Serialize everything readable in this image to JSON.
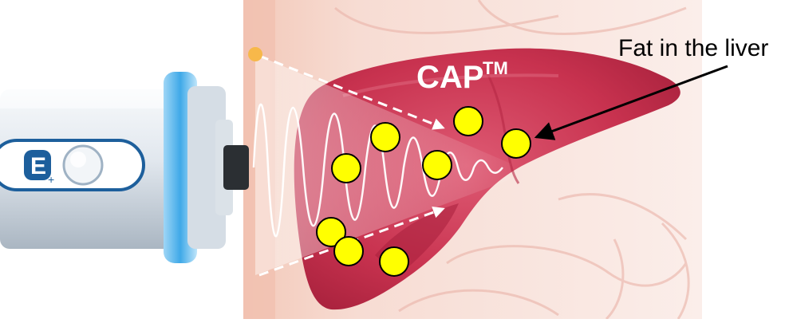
{
  "labels": {
    "cap": "CAP",
    "tm": "TM",
    "annotation": "Fat in the liver"
  },
  "device": {
    "button_glyph": "E",
    "button_sub": "+"
  },
  "fat_droplets": [
    {
      "id": "fat-1"
    },
    {
      "id": "fat-2"
    },
    {
      "id": "fat-3"
    },
    {
      "id": "fat-4"
    },
    {
      "id": "fat-5"
    },
    {
      "id": "fat-6"
    },
    {
      "id": "fat-7"
    },
    {
      "id": "fat-8"
    },
    {
      "id": "fat-9"
    }
  ],
  "colors": {
    "liver": "#c8324f",
    "liver_dark": "#a81f3c",
    "liver_light": "#df5a72",
    "background_tissue": "#f6d8d0",
    "fat_fill": "#ffff00",
    "fat_stroke": "#000000",
    "probe_body": "#e8edf2",
    "probe_glow": "#3fa9e8",
    "probe_tip": "#2b2f33",
    "wave": "#ffffff",
    "source_dot": "#f7b84a",
    "annotation_text": "#000000"
  }
}
